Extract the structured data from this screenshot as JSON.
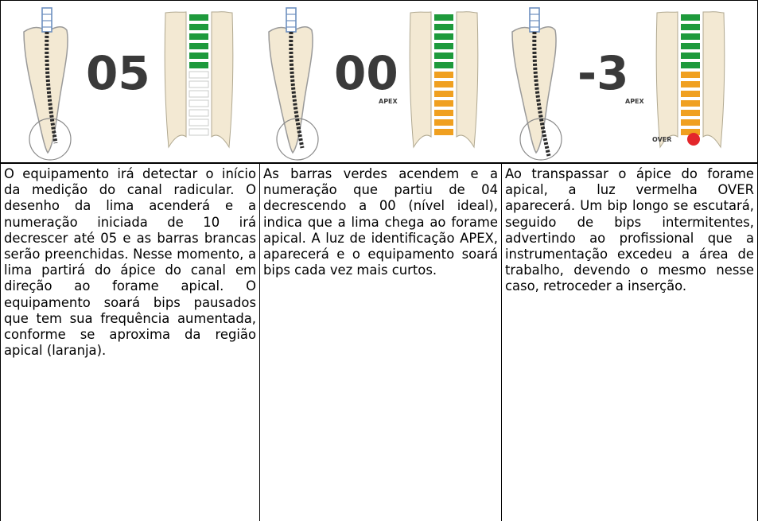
{
  "panels": [
    {
      "reading": "05",
      "apex_label": "",
      "over_label": "",
      "bars": [
        "green",
        "green",
        "green",
        "green",
        "green",
        "green",
        "off",
        "off",
        "off",
        "off",
        "off",
        "off",
        "off"
      ],
      "description": "O equipamento irá detectar o início da medição do canal radicular. O desenho da lima acenderá e a numeração iniciada de 10 irá decrescer até 05 e as barras brancas serão preenchidas. Nesse momento, a lima partirá do ápice do canal em direção ao forame apical. O equipamento soará bips pausados que tem sua frequência aumentada, conforme se aproxima da região apical (laranja)."
    },
    {
      "reading": "00",
      "apex_label": "APEX",
      "over_label": "",
      "bars": [
        "green",
        "green",
        "green",
        "green",
        "green",
        "green",
        "orange",
        "orange",
        "orange",
        "orange",
        "orange",
        "orange",
        "orange"
      ],
      "description": "As barras verdes acendem e a numeração que partiu de 04 decrescendo a 00 (nível ideal), indica que a lima chega ao forame apical. A luz de identificação APEX, aparecerá e o equipamento soará bips cada vez mais curtos."
    },
    {
      "reading": "-3",
      "apex_label": "APEX",
      "over_label": "OVER",
      "bars": [
        "green",
        "green",
        "green",
        "green",
        "green",
        "green",
        "orange",
        "orange",
        "orange",
        "orange",
        "orange",
        "orange",
        "orange"
      ],
      "description": "Ao transpassar o ápice do forame apical, a luz vermelha OVER aparecerá. Um bip longo se escutará, seguido de bips intermitentes, advertindo ao profissional que a instrumentação excedeu a área de trabalho, devendo o mesmo nesse caso, retroceder a inserção."
    }
  ],
  "colors": {
    "bar_green": "#1e9a3c",
    "bar_orange": "#f0a020",
    "bar_off": "#c9cbc9",
    "tooth": "#f3e9d3",
    "tooth_outline": "#9a9a9a",
    "digits": "#3a3a3a",
    "over_dot": "#e3262b",
    "file_handle": "#6d8fbf"
  },
  "icons": [
    "tooth-root-icon",
    "endodontic-file-icon",
    "level-bar-gauge-icon",
    "over-indicator-icon"
  ]
}
